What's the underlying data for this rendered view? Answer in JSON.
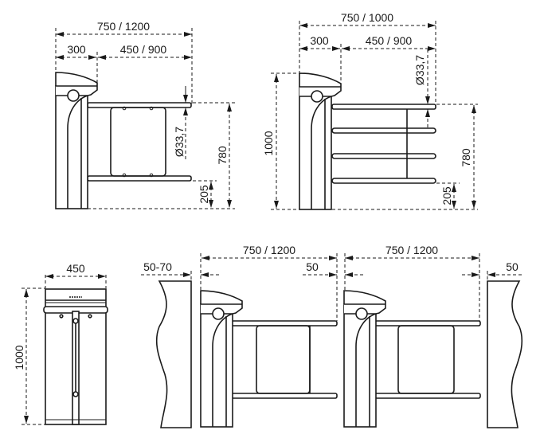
{
  "figure_top_left": {
    "total_width": "750 / 1200",
    "housing_width": "300",
    "arm_length": "450 / 900",
    "pipe_diameter": "Ø33,7",
    "arm_height": "780",
    "lower_arm_height": "205"
  },
  "figure_top_right": {
    "total_width": "750 / 1000",
    "housing_width": "300",
    "arm_length": "450 / 900",
    "pipe_diameter": "Ø33,7",
    "total_height": "1000",
    "arm_height": "780",
    "lower_arm_height": "205"
  },
  "figure_front": {
    "width": "450",
    "height": "1000"
  },
  "figure_installation": {
    "wall_gap_left": "50-70",
    "passage_width_left": "750 / 1200",
    "gap_between": "50",
    "passage_width_right": "750 / 1200",
    "wall_gap_right": "50"
  }
}
